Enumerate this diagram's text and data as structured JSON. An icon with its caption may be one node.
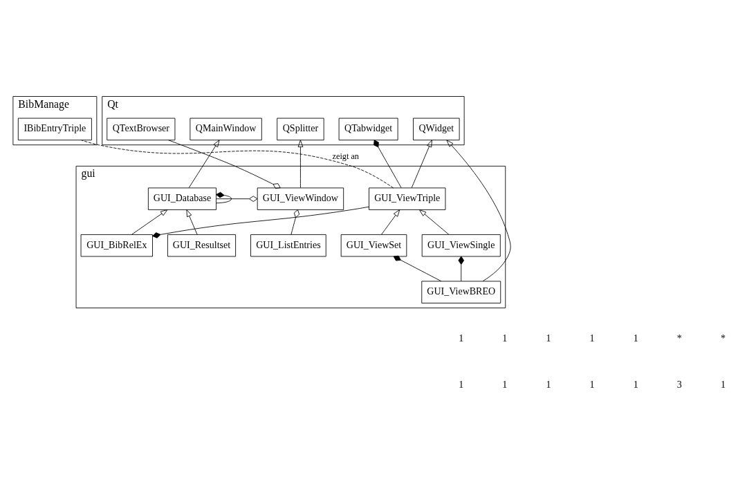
{
  "diagram": {
    "nodes": [
      {
        "text": [
          "BibManage"
        ]
      },
      {
        "text": [
          "IBibEntryTriple"
        ],
        "in": 0
      },
      {
        "text": [
          "Qt"
        ]
      },
      {
        "text": [
          "QTabwidget"
        ],
        "in": 2
      },
      {
        "text": [
          "QMainWindow"
        ],
        "in": 2
      },
      {
        "text": [
          "QWidget"
        ],
        "in": 2
      },
      {
        "text": [
          "QSplitter"
        ],
        "in": 2
      },
      {
        "text": [
          "QTextBrowser"
        ],
        "in": 2
      },
      {
        "text": [
          "gui"
        ]
      },
      {
        "text": [
          "GUI_ViewTriple"
        ],
        "in": 8
      },
      {
        "text": [
          "GUI_ViewWindow"
        ],
        "in": 8
      },
      {
        "text": [
          "GUI_Database"
        ],
        "in": 8
      },
      {
        "text": [
          "GUI_ViewSingle"
        ],
        "in": 8
      },
      {
        "text": [
          "GUI_ViewSet"
        ],
        "in": 8
      },
      {
        "text": [
          "GUI_ListEntries"
        ],
        "in": 8
      },
      {
        "text": [
          "GUI_BibRelEx"
        ],
        "in": 8
      },
      {
        "text": [
          "GUI_Resultset"
        ],
        "in": 8
      },
      {
        "text": [
          "GUI_ViewBREO"
        ],
        "in": 8
      }
    ],
    "edges": [
      {
        "from": 1,
        "to": 9,
        "arrow": "none",
        "style": "dashed",
        "label": "zeigt an"
      },
      {
        "from": 9,
        "to": 3,
        "arrow": "other"
      },
      {
        "from": 9,
        "to": 5,
        "arrow": "to"
      },
      {
        "from": 17,
        "to": 5,
        "arrow": "to"
      },
      {
        "from": 10,
        "to": 6,
        "arrow": "to"
      },
      {
        "from": 7,
        "to": 10,
        "arrow": "other"
      },
      {
        "from": 11,
        "to": 4,
        "arrow": "to"
      },
      {
        "from": 11,
        "to": 11,
        "arrow": "other"
      },
      {
        "from": 11,
        "to": 10,
        "arrow": "other"
      },
      {
        "from": 14,
        "to": 10,
        "arrow": "other"
      },
      {
        "from": 12,
        "to": 9,
        "arrow": "to"
      },
      {
        "from": 13,
        "to": 9,
        "arrow": "to"
      },
      {
        "from": 17,
        "to": 12,
        "arrow": "other"
      },
      {
        "from": 17,
        "to": 13,
        "arrow": "other"
      },
      {
        "from": 9,
        "to": 15,
        "arrow": "other"
      },
      {
        "from": 15,
        "to": 11,
        "arrow": "to"
      },
      {
        "from": 16,
        "to": 11,
        "arrow": "to"
      }
    ],
    "labels": [
      "1",
      "1",
      "1",
      "1",
      "1",
      "*",
      "*",
      "1",
      "1",
      "1",
      "1",
      "1",
      "3",
      "1"
    ]
  }
}
